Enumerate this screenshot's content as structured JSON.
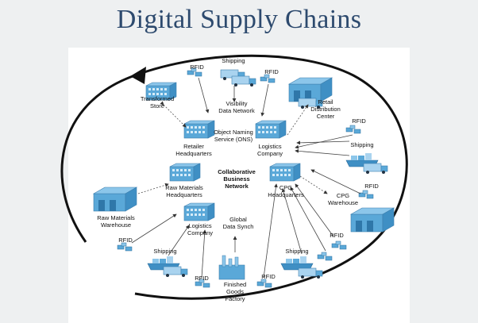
{
  "title": "Digital Supply Chains",
  "center": {
    "line1": "Collaborative",
    "line2": "Business",
    "line3": "Network"
  },
  "nodes": {
    "shipping_top": "Shipping",
    "rfid_top_left": "RFID",
    "rfid_top_right": "RFID",
    "transformed_store": {
      "line1": "Transformed",
      "line2": "Store"
    },
    "visibility": {
      "line1": "Visibility",
      "line2": "Data Network"
    },
    "retail_dc": {
      "line1": "Retail",
      "line2": "Distribution",
      "line3": "Center"
    },
    "ons": {
      "line1": "Object Naming",
      "line2": "Service (ONS)"
    },
    "retailer_hq": {
      "line1": "Retailer",
      "line2": "Headquarters"
    },
    "logistics_top": {
      "line1": "Logistics",
      "line2": "Company"
    },
    "rfid_right_1": "RFID",
    "shipping_right": "Shipping",
    "raw_hq": {
      "line1": "Raw Materials",
      "line2": "Headquarters"
    },
    "cpg_hq": {
      "line1": "CPG",
      "line2": "Headquarters"
    },
    "rfid_right_2": "RFID",
    "cpg_warehouse": {
      "line1": "CPG",
      "line2": "Warehouse"
    },
    "raw_warehouse": {
      "line1": "Raw Materials",
      "line2": "Warehouse"
    },
    "logistics_bottom": {
      "line1": "Logistics",
      "line2": "Company"
    },
    "global_sync": {
      "line1": "Global",
      "line2": "Data Synch"
    },
    "rfid_left_bottom": "RFID",
    "shipping_bottom_left": "Shipping",
    "rfid_bottom_1": "RFID",
    "finished_goods": {
      "line1": "Finished",
      "line2": "Goods",
      "line3": "Factory"
    },
    "rfid_bottom_2": "RFID",
    "shipping_bottom_right": "Shipping",
    "rfid_right_3": "RFID"
  },
  "colors": {
    "title": "#2d4a6e",
    "building": "#5aa8d8",
    "arrow": "#111111"
  }
}
